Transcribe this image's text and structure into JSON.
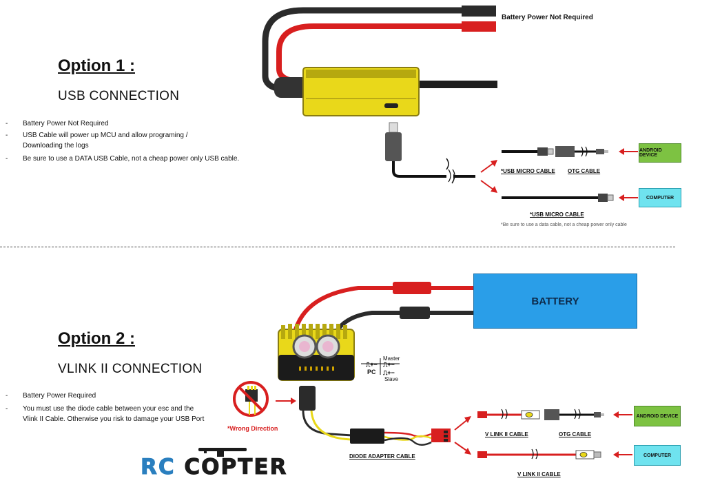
{
  "option1": {
    "title": "Option 1 :",
    "subtitle": "USB CONNECTION",
    "bullets": [
      {
        "dash": "-",
        "text": "Battery Power Not Required"
      },
      {
        "dash": "-",
        "text": "USB Cable will power up MCU and allow programing /"
      },
      {
        "dash": "",
        "text": "Downloading the logs"
      },
      {
        "dash": "-",
        "text": "Be sure to use a DATA USB Cable, not a cheap power only USB cable."
      }
    ],
    "battery_note": "Battery Power Not Required",
    "labels": {
      "usb_micro_cable_1": "*USB MICRO CABLE",
      "otg_cable": "OTG CABLE",
      "usb_micro_cable_2": "*USB MICRO CABLE",
      "footnote": "*Be sure to use a data cable, not a cheap power only cable"
    },
    "android_device": "ANDROID DEVICE",
    "computer": "COMPUTER"
  },
  "option2": {
    "title": "Option 2 :",
    "subtitle": "VLINK II CONNECTION",
    "bullets": [
      {
        "dash": "-",
        "text": "Battery Power Required"
      },
      {
        "dash": "-",
        "text": "You must use the diode cable between your esc and the"
      },
      {
        "dash": "",
        "text": "Vlink II Cable. Otherwise you risk to damage your USB Port"
      }
    ],
    "battery": "BATTERY",
    "wrong_direction": "*Wrong Direction",
    "master": "Master",
    "slave": "Slave",
    "pc": "PC",
    "labels": {
      "vlink_cable_1": "V LINK II CABLE",
      "otg_cable": "OTG CABLE",
      "diode_adapter": "DIODE ADAPTER CABLE",
      "vlink_cable_2": "V LINK II CABLE"
    },
    "android_device": "ANDROID DEVICE",
    "computer": "COMPUTER"
  },
  "logo": "RC COPTER",
  "colors": {
    "esc_yellow": "#e9d81a",
    "wire_red": "#d81f1f",
    "battery_blue": "#2a9ee8",
    "device_green": "#7dc242",
    "computer_cyan": "#6fe3ef",
    "arrow_red": "#d81f1f",
    "logo_blue": "#2a7fbf"
  }
}
